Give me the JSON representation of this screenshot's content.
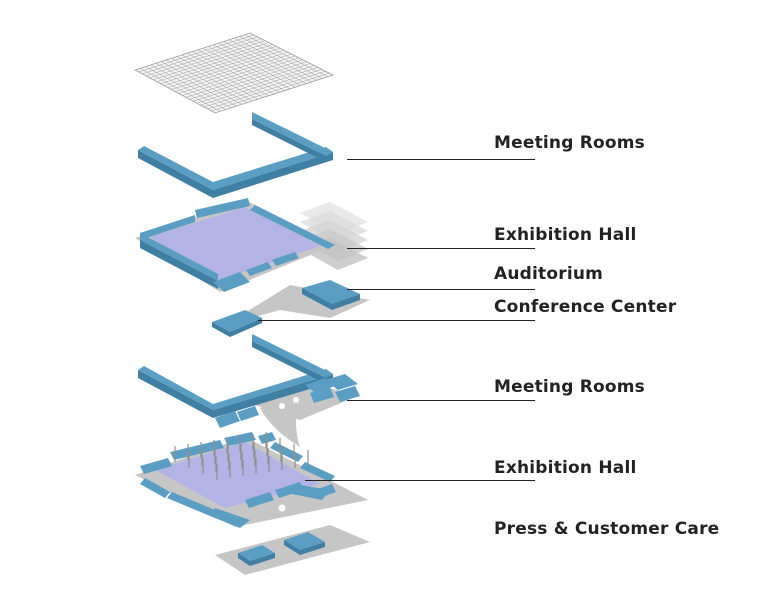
{
  "labels": [
    "Meeting Rooms",
    "Exhibition Hall",
    "Auditorium",
    "Conference Center",
    "Meeting Rooms",
    "Exhibition Hall",
    "Press & Customer Care"
  ],
  "colors": {
    "wall_top": "#5b9ec4",
    "wall_side": "#3f7fa3",
    "floor_purple": "#b3b3e6",
    "slab_grey": "#c6c6c6",
    "mesh": "#9a9a9a",
    "text": "#222222"
  }
}
